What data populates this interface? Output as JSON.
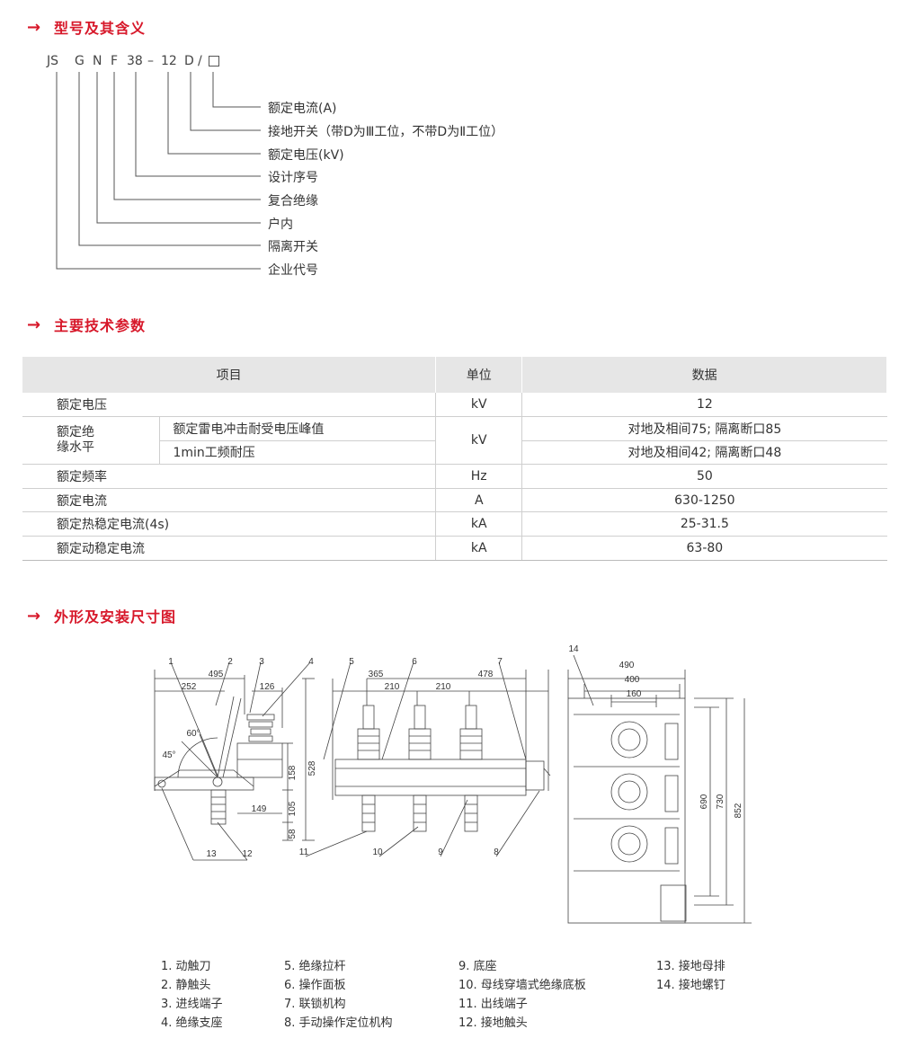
{
  "sections": {
    "model": "型号及其含义",
    "specs": "主要技术参数",
    "dims": "外形及安装尺寸图"
  },
  "model_code": {
    "letters": [
      "JS",
      "G",
      "N",
      "F",
      "38",
      "–",
      "12",
      "D",
      "/"
    ],
    "meanings": [
      "额定电流(A)",
      "接地开关（带D为Ⅲ工位，不带D为Ⅱ工位）",
      "额定电压(kV)",
      "设计序号",
      "复合绝缘",
      "户内",
      "隔离开关",
      "企业代号"
    ]
  },
  "table": {
    "headers": [
      "项目",
      "单位",
      "数据"
    ],
    "rows": [
      {
        "item": "额定电压",
        "unit": "kV",
        "value": "12"
      },
      {
        "item": "额定绝缘水平",
        "sub": "额定雷电冲击耐受电压峰值",
        "value": "对地及相间75; 隔离断口85"
      },
      {
        "sub": "1min工频耐压",
        "unit": "kV",
        "value": "对地及相间42; 隔离断口48"
      },
      {
        "item": "额定频率",
        "unit": "Hz",
        "value": "50"
      },
      {
        "item": "额定电流",
        "unit": "A",
        "value": "630-1250"
      },
      {
        "item": "额定热稳定电流(4s)",
        "unit": "kA",
        "value": "25-31.5"
      },
      {
        "item": "额定动稳定电流",
        "unit": "kA",
        "value": "63-80"
      }
    ],
    "merged_item_line1": "额定绝",
    "merged_item_line2": "缘水平"
  },
  "drawing": {
    "dims_left": [
      "495",
      "252",
      "126",
      "60°",
      "45°",
      "158",
      "105",
      "58",
      "149",
      "528"
    ],
    "dims_mid": [
      "365",
      "478",
      "210",
      "210"
    ],
    "dims_right": [
      "490",
      "400",
      "160",
      "690",
      "730",
      "852"
    ],
    "callouts": [
      "1",
      "2",
      "3",
      "4",
      "5",
      "6",
      "7",
      "14",
      "13",
      "12",
      "11",
      "10",
      "9",
      "8"
    ]
  },
  "legend": [
    [
      "1. 动触刀",
      "2. 静触头",
      "3. 进线端子",
      "4. 绝缘支座"
    ],
    [
      "5. 绝缘拉杆",
      "6. 操作面板",
      "7. 联锁机构",
      "8. 手动操作定位机构"
    ],
    [
      "9. 底座",
      "10. 母线穿墙式绝缘底板",
      "11. 出线端子",
      "12. 接地触头"
    ],
    [
      "13. 接地母排",
      "14. 接地螺钉"
    ]
  ],
  "colors": {
    "accent": "#d7182a",
    "header_bg": "#e6e6e6"
  }
}
